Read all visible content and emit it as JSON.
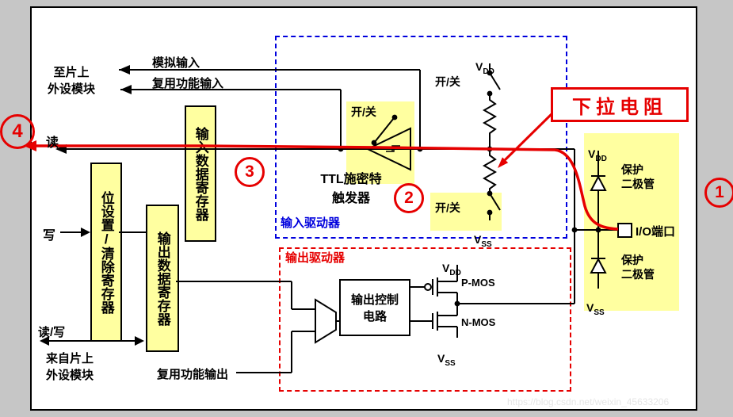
{
  "colors": {
    "page_bg": "#c6c6c6",
    "canvas_bg": "#ffffff",
    "highlight": "#ffffa0",
    "blue": "#0000dd",
    "red": "#e60000",
    "black": "#000000"
  },
  "symbols": {
    "v": "V",
    "dd": "DD",
    "ss": "SS"
  },
  "annotations": {
    "num1": "1",
    "num2": "2",
    "num3": "3",
    "num4": "4",
    "pulldown_callout": "下拉电阻"
  },
  "left_labels": {
    "to_peripheral": "至片上\n外设模块",
    "analog_input": "模拟输入",
    "alt_func_input": "复用功能输入",
    "read": "读",
    "write": "写",
    "read_write": "读/写",
    "from_peripheral": "来自片上\n外设模块",
    "alt_func_output": "复用功能输出"
  },
  "registers": {
    "input_data": "输入数据寄存器",
    "bit_set_clear": "位设置/清除寄存器",
    "output_data": "输出数据寄存器"
  },
  "input_driver": {
    "title": "输入驱动器",
    "schmitt_switch": "开/关",
    "schmitt_label": "TTL施密特\n触发器",
    "pullup_switch": "开/关",
    "pulldown_switch": "开/关"
  },
  "output_driver": {
    "title": "输出驱动器",
    "control_box": "输出控制\n电路",
    "pmos": "P-MOS",
    "nmos": "N-MOS"
  },
  "io_right": {
    "diode_top": "保护\n二极管",
    "diode_bottom": "保护\n二极管",
    "port": "I/O端口"
  },
  "watermark": "https://blog.csdn.net/weixin_45633206"
}
